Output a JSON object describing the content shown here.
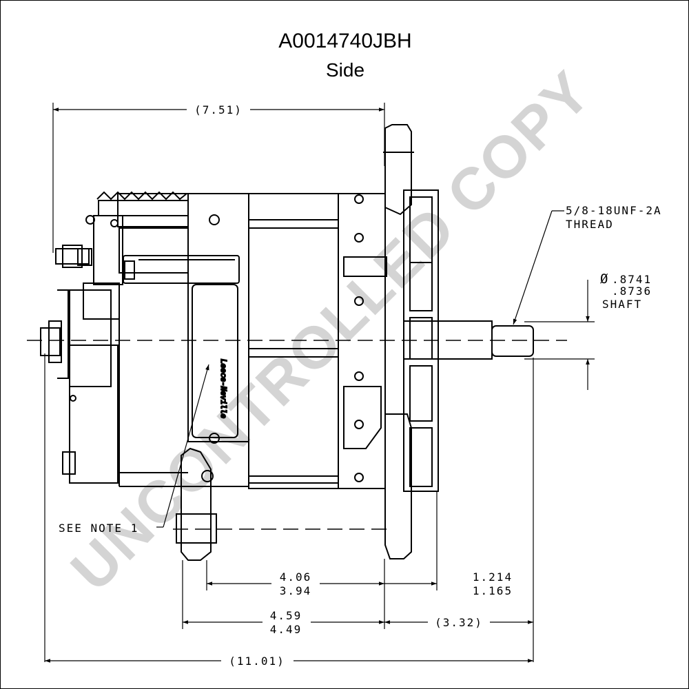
{
  "title": "A0014740JBH",
  "subtitle": "Side",
  "watermark": "UNCONTROLLED COPY",
  "dimensions": {
    "overall_top": "(7.51)",
    "thread_spec": "5/8-18UNF-2A",
    "thread_word": "THREAD",
    "shaft_symbol": "Ø",
    "shaft_max": ".8741",
    "shaft_min": ".8736",
    "shaft_word": "SHAFT",
    "note_ref": "SEE NOTE 1",
    "mount_a_max": "4.06",
    "mount_a_min": "3.94",
    "shaft_len_max": "1.214",
    "shaft_len_min": "1.165",
    "mount_b_max": "4.59",
    "mount_b_min": "4.49",
    "front_ext": "(3.32)",
    "overall_bottom": "(11.01)"
  },
  "colors": {
    "line": "#000000",
    "watermark": "#d4d4d4"
  }
}
